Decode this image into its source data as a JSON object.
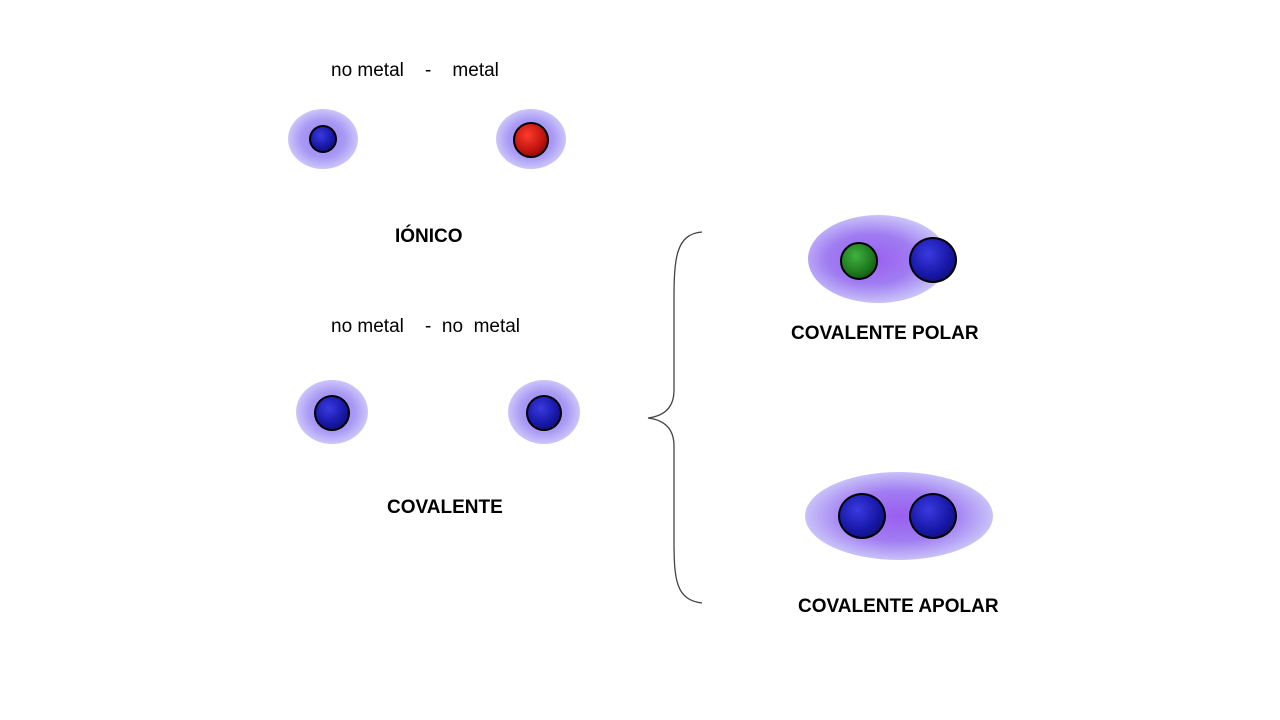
{
  "ionic": {
    "pair_label": "no metal    -    metal",
    "title": "IÓNICO"
  },
  "covalent": {
    "pair_label": "no metal    -  no  metal",
    "title": "COVALENTE"
  },
  "polar": {
    "title": "COVALENTE POLAR"
  },
  "apolar": {
    "title": "COVALENTE APOLAR"
  },
  "colors": {
    "nonmetal_atom": "#1a1a9e",
    "metal_atom": "#c0150f",
    "polar_atom": "#1e7a1e",
    "halo": "#8f7ff0"
  }
}
